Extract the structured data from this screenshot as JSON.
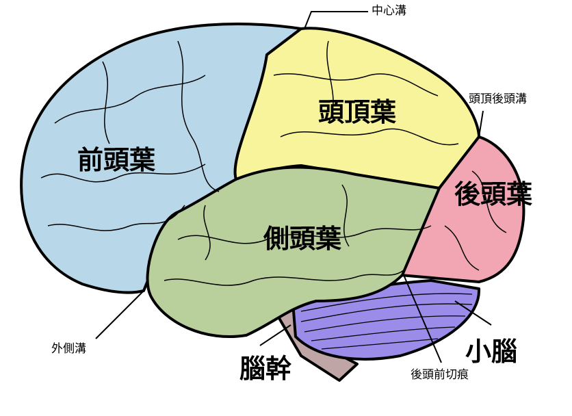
{
  "lobes": {
    "frontal": "前頭葉",
    "parietal": "頭頂葉",
    "occipital": "後頭葉",
    "temporal": "側頭葉"
  },
  "structures": {
    "cerebellum": "小腦",
    "brainstem": "腦幹"
  },
  "sulci": {
    "central": "中心溝",
    "parieto_occipital": "頭頂後頭溝",
    "lateral": "外側溝",
    "preoccipital_notch": "後頭前切痕"
  },
  "colors": {
    "frontal": "#b8d8ea",
    "parietal": "#f7f49c",
    "occipital": "#f2a6b3",
    "temporal": "#b9cf9c",
    "cerebellum": "#9b8cea",
    "brainstem": "#bfa5a5"
  }
}
